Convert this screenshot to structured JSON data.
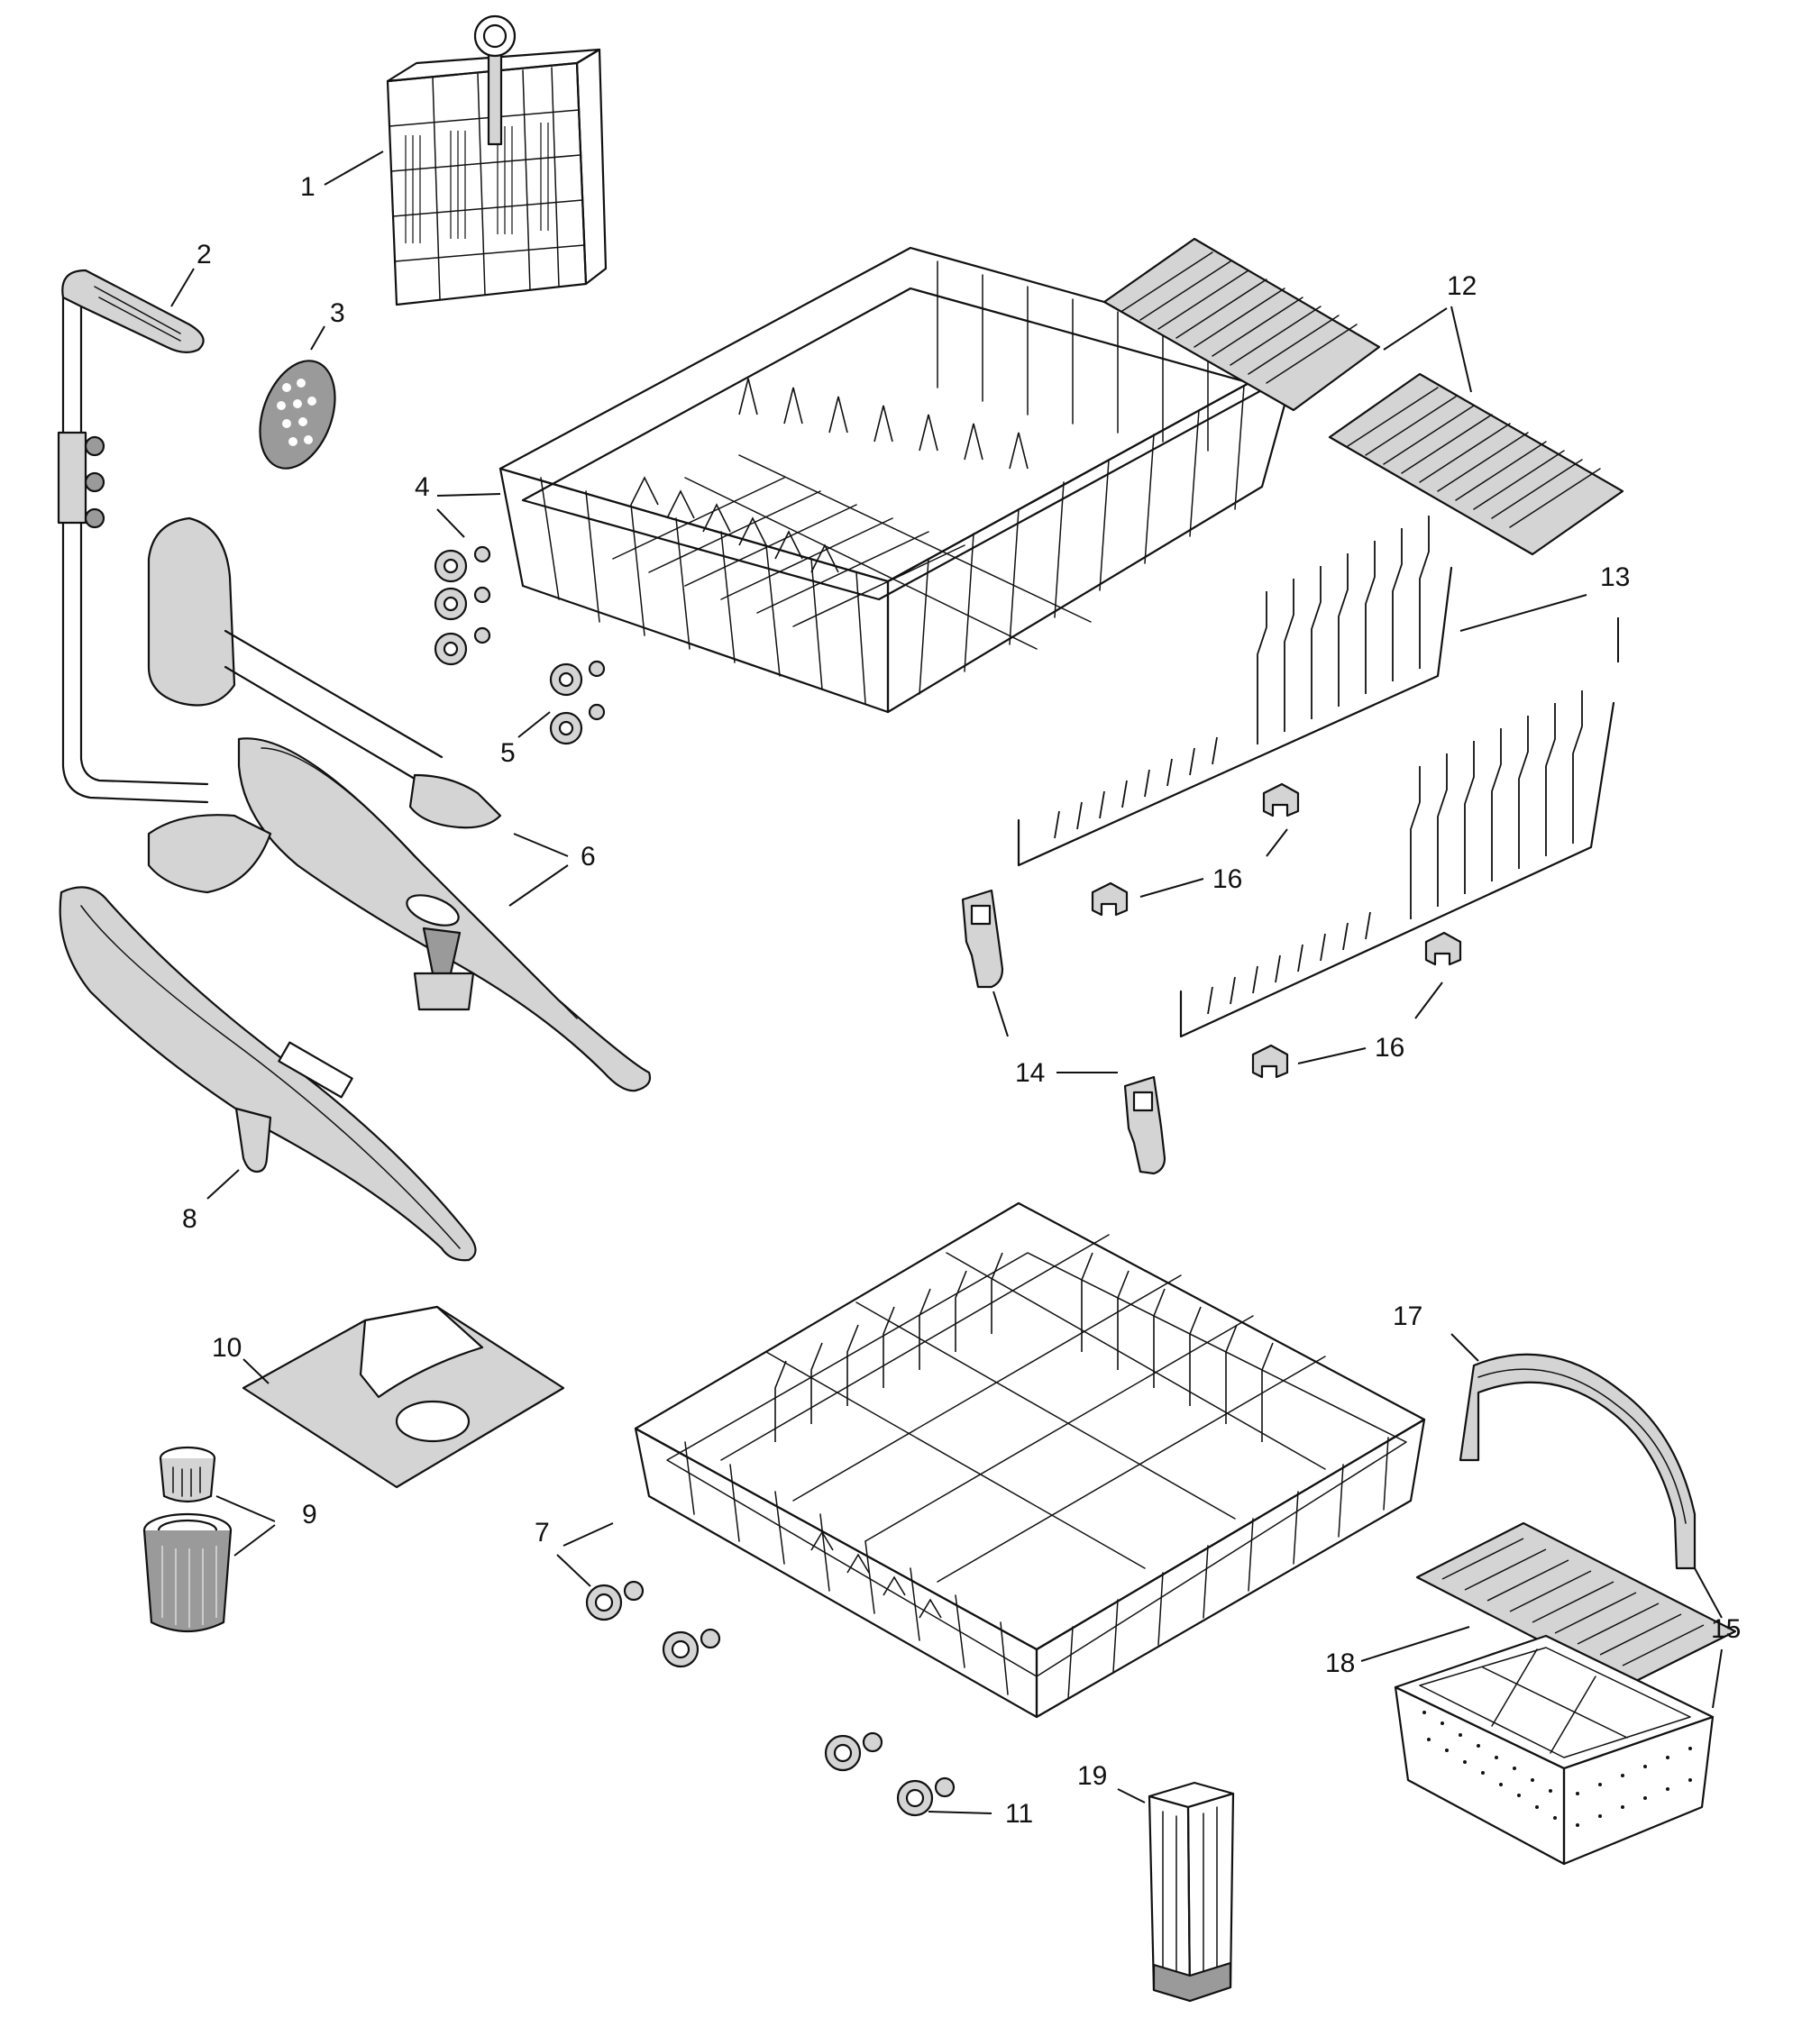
{
  "callouts": [
    {
      "id": "1",
      "text": "1"
    },
    {
      "id": "2",
      "text": "2"
    },
    {
      "id": "3",
      "text": "3"
    },
    {
      "id": "4",
      "text": "4"
    },
    {
      "id": "5",
      "text": "5"
    },
    {
      "id": "6",
      "text": "6"
    },
    {
      "id": "7",
      "text": "7"
    },
    {
      "id": "8",
      "text": "8"
    },
    {
      "id": "9",
      "text": "9"
    },
    {
      "id": "10",
      "text": "10"
    },
    {
      "id": "11",
      "text": "11"
    },
    {
      "id": "12",
      "text": "12"
    },
    {
      "id": "13",
      "text": "13"
    },
    {
      "id": "14",
      "text": "14"
    },
    {
      "id": "15",
      "text": "15"
    },
    {
      "id": "16a",
      "text": "16"
    },
    {
      "id": "16b",
      "text": "16"
    },
    {
      "id": "17",
      "text": "17"
    },
    {
      "id": "18",
      "text": "18"
    },
    {
      "id": "19",
      "text": "19"
    }
  ],
  "parts": [
    {
      "callout": "1",
      "icon": "silverware-basket-icon"
    },
    {
      "callout": "2",
      "icon": "spray-tube-icon"
    },
    {
      "callout": "3",
      "icon": "round-filter-icon"
    },
    {
      "callout": "4",
      "icon": "rack-wheel-icon"
    },
    {
      "callout": "5",
      "icon": "rack-wheel-icon"
    },
    {
      "callout": "6",
      "icon": "upper-spray-arm-icon"
    },
    {
      "callout": "7",
      "icon": "lower-rack-wheel-icon"
    },
    {
      "callout": "8",
      "icon": "lower-spray-arm-icon"
    },
    {
      "callout": "9",
      "icon": "fine-filter-icon"
    },
    {
      "callout": "10",
      "icon": "sump-plate-icon"
    },
    {
      "callout": "11",
      "icon": "lower-rack-wheel-icon"
    },
    {
      "callout": "12",
      "icon": "cup-shelf-icon"
    },
    {
      "callout": "13",
      "icon": "tine-row-icon"
    },
    {
      "callout": "14",
      "icon": "tine-clip-icon"
    },
    {
      "callout": "15",
      "icon": "cutlery-basket-icon"
    },
    {
      "callout": "16",
      "icon": "tine-holder-icon"
    },
    {
      "callout": "17",
      "icon": "basket-handle-icon"
    },
    {
      "callout": "18",
      "icon": "basket-cover-icon"
    },
    {
      "callout": "19",
      "icon": "tall-cup-icon"
    }
  ]
}
